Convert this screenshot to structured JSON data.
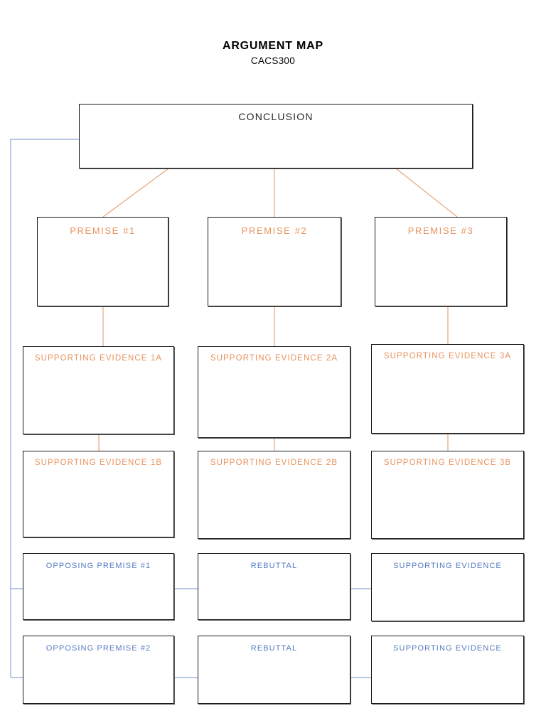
{
  "header": {
    "title": "ARGUMENT MAP",
    "subtitle": "CACS300"
  },
  "colors": {
    "orange": "#e8925c",
    "blue": "#5579c0",
    "box_border": "#1a1a1a",
    "text_dark": "#262626",
    "background": "#ffffff"
  },
  "nodes": {
    "conclusion": {
      "label": "CONCLUSION"
    },
    "premises": [
      {
        "label": "PREMISE #1"
      },
      {
        "label": "PREMISE #2"
      },
      {
        "label": "PREMISE #3"
      }
    ],
    "evidence_row_a": [
      {
        "label": "SUPPORTING EVIDENCE 1A"
      },
      {
        "label": "SUPPORTING EVIDENCE 2A"
      },
      {
        "label": "SUPPORTING EVIDENCE 3A"
      }
    ],
    "evidence_row_b": [
      {
        "label": "SUPPORTING EVIDENCE 1B"
      },
      {
        "label": "SUPPORTING EVIDENCE 2B"
      },
      {
        "label": "SUPPORTING EVIDENCE 3B"
      }
    ],
    "opposing_row_1": [
      {
        "label": "OPPOSING PREMISE #1"
      },
      {
        "label": "REBUTTAL"
      },
      {
        "label": "SUPPORTING EVIDENCE"
      }
    ],
    "opposing_row_2": [
      {
        "label": "OPPOSING PREMISE #2"
      },
      {
        "label": "REBUTTAL"
      },
      {
        "label": "SUPPORTING EVIDENCE"
      }
    ]
  }
}
